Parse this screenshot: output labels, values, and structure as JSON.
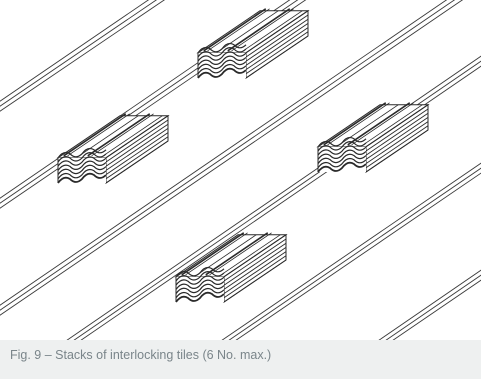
{
  "figure": {
    "caption": "Fig. 9 – Stacks of interlocking tiles (6 No. max.)"
  },
  "illustration": {
    "stack_count": 4,
    "tiles_per_stack": 6,
    "line_color": "#2a2a2a",
    "background_color": "#ffffff",
    "caption_color": "#7a858a"
  }
}
